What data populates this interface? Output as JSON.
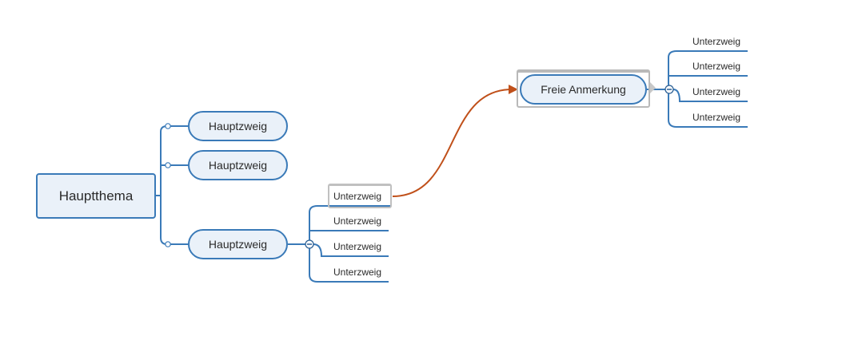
{
  "central_topic": {
    "label": "Hauptthema"
  },
  "main_branches": [
    {
      "label": "Hauptzweig"
    },
    {
      "label": "Hauptzweig"
    },
    {
      "label": "Hauptzweig"
    }
  ],
  "branch3_subtopics": [
    {
      "label": "Unterzweig"
    },
    {
      "label": "Unterzweig"
    },
    {
      "label": "Unterzweig"
    },
    {
      "label": "Unterzweig"
    }
  ],
  "floating_topic": {
    "label": "Freie Anmerkung"
  },
  "floating_subtopics": [
    {
      "label": "Unterzweig"
    },
    {
      "label": "Unterzweig"
    },
    {
      "label": "Unterzweig"
    },
    {
      "label": "Unterzweig"
    }
  ],
  "icons": {
    "collapse": "minus-circle-icon",
    "expand_handle": "small-circle-icon",
    "relationship_arrow": "arrow-head-icon"
  },
  "colors": {
    "branch_line": "#3a7ab8",
    "topic_fill": "#eaf1f9",
    "relationship": "#c0501a",
    "selection_frame": "#b9b9b9"
  }
}
